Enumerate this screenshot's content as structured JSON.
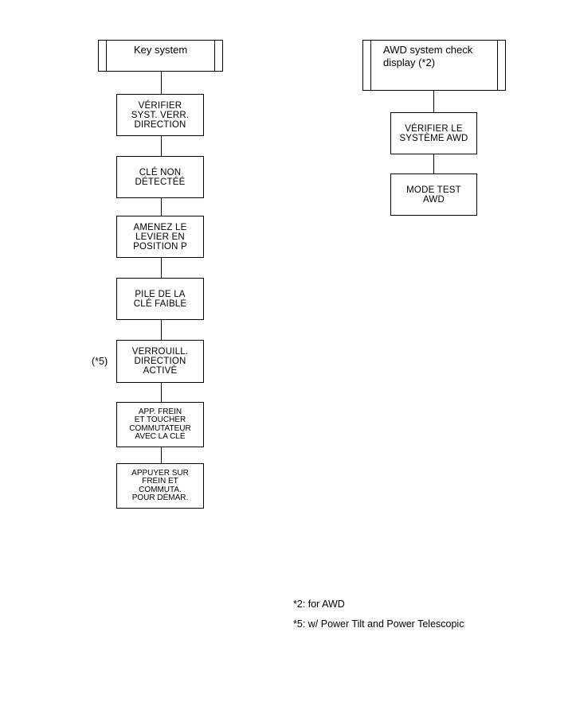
{
  "key_system": {
    "header": "Key system",
    "boxes": [
      [
        "VÉRIFIER",
        "SYST. VERR.",
        "DIRECTION"
      ],
      [
        "CLÉ NON",
        "DÉTECTÉÉ"
      ],
      [
        "AMENEZ LE",
        "LEVIER EN",
        "POSITION P"
      ],
      [
        "PILE DE LA",
        "CLÉ FAIBLE"
      ],
      [
        "VERROUILL.",
        "DIRECTION",
        "ACTIVÉ"
      ],
      [
        "APP. FREIN",
        "ET TOUCHER",
        "COMMUTATEUR",
        "AVEC LA CLÉ"
      ],
      [
        "APPUYER SUR",
        "FREIN ET",
        "COMMUTA.",
        "POUR DÉMAR."
      ]
    ],
    "side_label": "(*5)"
  },
  "awd_system": {
    "header_lines": [
      "AWD system check",
      "display (*2)"
    ],
    "boxes": [
      [
        "VÉRIFIER LE",
        "SYSTÈME AWD"
      ],
      [
        "MODE TEST",
        "AWD"
      ]
    ]
  },
  "footnotes": [
    "*2: for AWD",
    "*5: w/ Power Tilt and Power Telescopic"
  ]
}
